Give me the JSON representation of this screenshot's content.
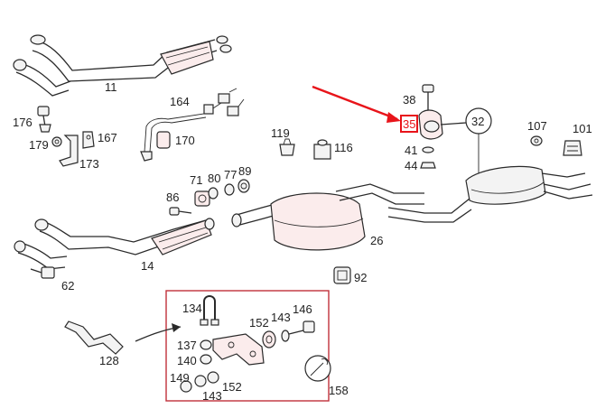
{
  "labels": {
    "p11": "11",
    "p164": "164",
    "p176": "176",
    "p179": "179",
    "p167": "167",
    "p173": "173",
    "p170": "170",
    "p38": "38",
    "p35": "35",
    "p32": "32",
    "p41": "41",
    "p44": "44",
    "p107": "107",
    "p101": "101",
    "p119": "119",
    "p116": "116",
    "p71": "71",
    "p80": "80",
    "p77": "77",
    "p89": "89",
    "p86": "86",
    "p14": "14",
    "p62": "62",
    "p26": "26",
    "p92": "92",
    "p134": "134",
    "p146": "146",
    "p152a": "152",
    "p143a": "143",
    "p137": "137",
    "p140": "140",
    "p149": "149",
    "p143b": "143",
    "p152b": "152",
    "p128": "128",
    "p158": "158"
  },
  "highlight": {
    "part": "35",
    "color": "#e8141a"
  },
  "colors": {
    "arrow": "#e8141a",
    "box": "#c0303a",
    "line": "#2a2a2a"
  }
}
